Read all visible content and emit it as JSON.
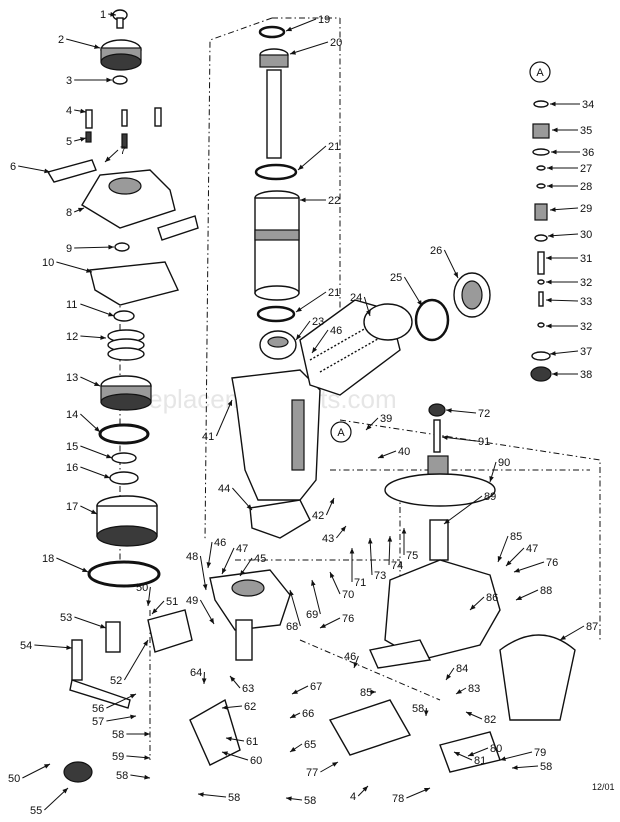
{
  "watermark": "ereplacementparts.com",
  "date_code": "12/01",
  "ref_circles": [
    {
      "name": "ref-circle-a-top",
      "label": "A"
    },
    {
      "name": "ref-circle-a-body",
      "label": "A"
    }
  ],
  "callouts": [
    {
      "label": "1"
    },
    {
      "label": "2"
    },
    {
      "label": "3"
    },
    {
      "label": "4"
    },
    {
      "label": "5"
    },
    {
      "label": "6"
    },
    {
      "label": "7"
    },
    {
      "label": "8"
    },
    {
      "label": "9"
    },
    {
      "label": "10"
    },
    {
      "label": "11"
    },
    {
      "label": "12"
    },
    {
      "label": "13"
    },
    {
      "label": "14"
    },
    {
      "label": "15"
    },
    {
      "label": "16"
    },
    {
      "label": "17"
    },
    {
      "label": "18"
    },
    {
      "label": "19"
    },
    {
      "label": "20"
    },
    {
      "label": "21"
    },
    {
      "label": "22"
    },
    {
      "label": "21"
    },
    {
      "label": "23"
    },
    {
      "label": "24"
    },
    {
      "label": "25"
    },
    {
      "label": "26"
    },
    {
      "label": "34"
    },
    {
      "label": "35"
    },
    {
      "label": "36"
    },
    {
      "label": "27"
    },
    {
      "label": "28"
    },
    {
      "label": "29"
    },
    {
      "label": "30"
    },
    {
      "label": "31"
    },
    {
      "label": "32"
    },
    {
      "label": "33"
    },
    {
      "label": "32"
    },
    {
      "label": "37"
    },
    {
      "label": "38"
    },
    {
      "label": "46"
    },
    {
      "label": "41"
    },
    {
      "label": "72"
    },
    {
      "label": "39"
    },
    {
      "label": "40"
    },
    {
      "label": "91"
    },
    {
      "label": "90"
    },
    {
      "label": "44"
    },
    {
      "label": "42"
    },
    {
      "label": "43"
    },
    {
      "label": "89"
    },
    {
      "label": "75"
    },
    {
      "label": "74"
    },
    {
      "label": "73"
    },
    {
      "label": "71"
    },
    {
      "label": "70"
    },
    {
      "label": "69"
    },
    {
      "label": "68"
    },
    {
      "label": "46"
    },
    {
      "label": "47"
    },
    {
      "label": "45"
    },
    {
      "label": "48"
    },
    {
      "label": "49"
    },
    {
      "label": "50"
    },
    {
      "label": "51"
    },
    {
      "label": "85"
    },
    {
      "label": "47"
    },
    {
      "label": "76"
    },
    {
      "label": "88"
    },
    {
      "label": "86"
    },
    {
      "label": "87"
    },
    {
      "label": "53"
    },
    {
      "label": "54"
    },
    {
      "label": "52"
    },
    {
      "label": "76"
    },
    {
      "label": "64"
    },
    {
      "label": "63"
    },
    {
      "label": "62"
    },
    {
      "label": "67"
    },
    {
      "label": "46"
    },
    {
      "label": "85"
    },
    {
      "label": "84"
    },
    {
      "label": "83"
    },
    {
      "label": "82"
    },
    {
      "label": "56"
    },
    {
      "label": "57"
    },
    {
      "label": "66"
    },
    {
      "label": "61"
    },
    {
      "label": "58"
    },
    {
      "label": "60"
    },
    {
      "label": "59"
    },
    {
      "label": "65"
    },
    {
      "label": "77"
    },
    {
      "label": "4"
    },
    {
      "label": "58"
    },
    {
      "label": "81"
    },
    {
      "label": "80"
    },
    {
      "label": "79"
    },
    {
      "label": "50"
    },
    {
      "label": "58"
    },
    {
      "label": "58"
    },
    {
      "label": "58"
    },
    {
      "label": "55"
    },
    {
      "label": "78"
    },
    {
      "label": "58"
    }
  ]
}
